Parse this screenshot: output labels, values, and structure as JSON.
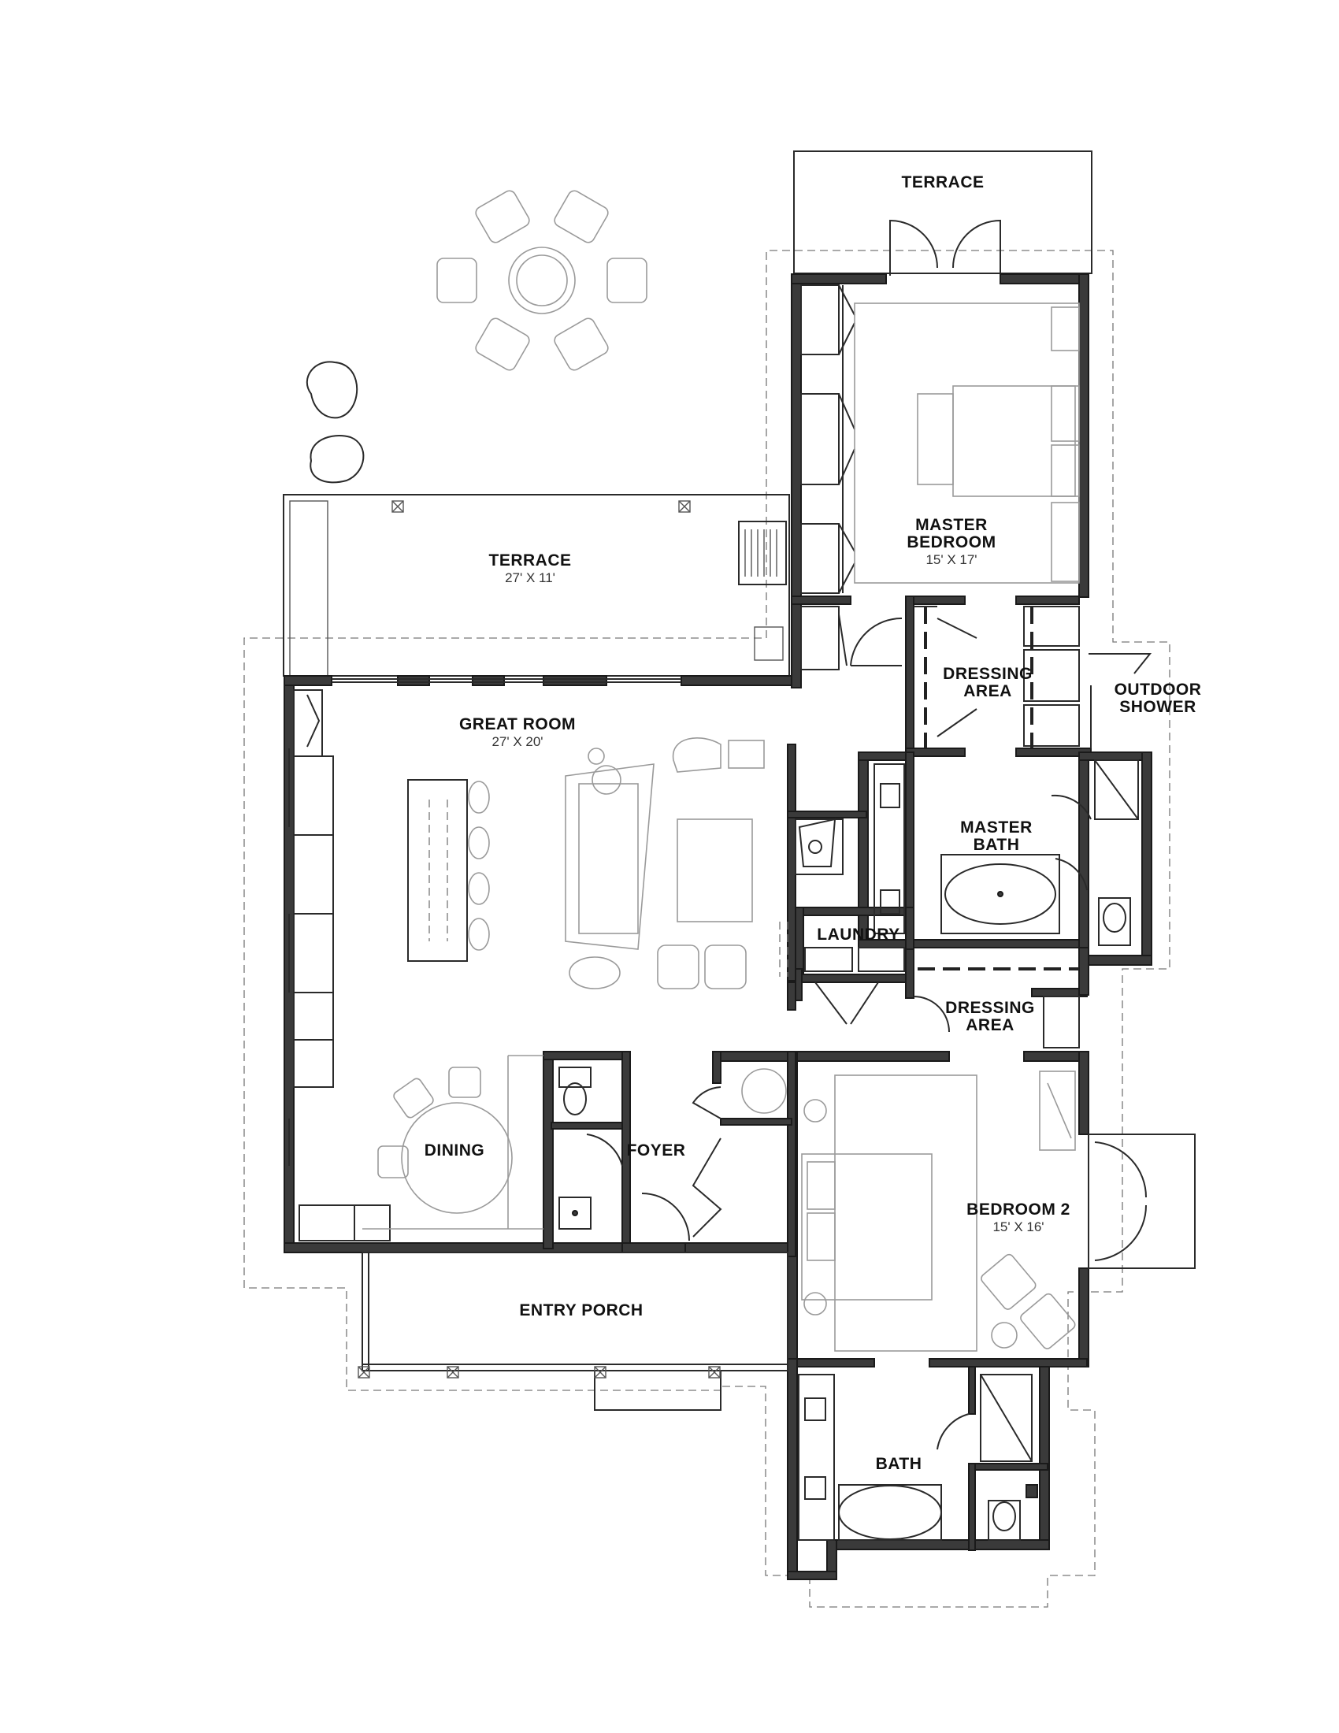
{
  "rooms": [
    {
      "id": "terrace-top",
      "name": "TERRACE",
      "dims": ""
    },
    {
      "id": "master-bedroom",
      "name": "MASTER\nBEDROOM",
      "dims": "15' X 17'"
    },
    {
      "id": "terrace-main",
      "name": "TERRACE",
      "dims": "27' X 11'"
    },
    {
      "id": "dressing-area-master",
      "name": "DRESSING\nAREA",
      "dims": ""
    },
    {
      "id": "outdoor-shower",
      "name": "OUTDOOR\nSHOWER",
      "dims": ""
    },
    {
      "id": "great-room",
      "name": "GREAT ROOM",
      "dims": "27' X 20'"
    },
    {
      "id": "master-bath",
      "name": "MASTER\nBATH",
      "dims": ""
    },
    {
      "id": "laundry",
      "name": "LAUNDRY",
      "dims": ""
    },
    {
      "id": "dressing-area-2",
      "name": "DRESSING\nAREA",
      "dims": ""
    },
    {
      "id": "dining",
      "name": "DINING",
      "dims": ""
    },
    {
      "id": "foyer",
      "name": "FOYER",
      "dims": ""
    },
    {
      "id": "bedroom-2",
      "name": "BEDROOM 2",
      "dims": "15' X 16'"
    },
    {
      "id": "entry-porch",
      "name": "ENTRY PORCH",
      "dims": ""
    },
    {
      "id": "bath",
      "name": "BATH",
      "dims": ""
    }
  ]
}
